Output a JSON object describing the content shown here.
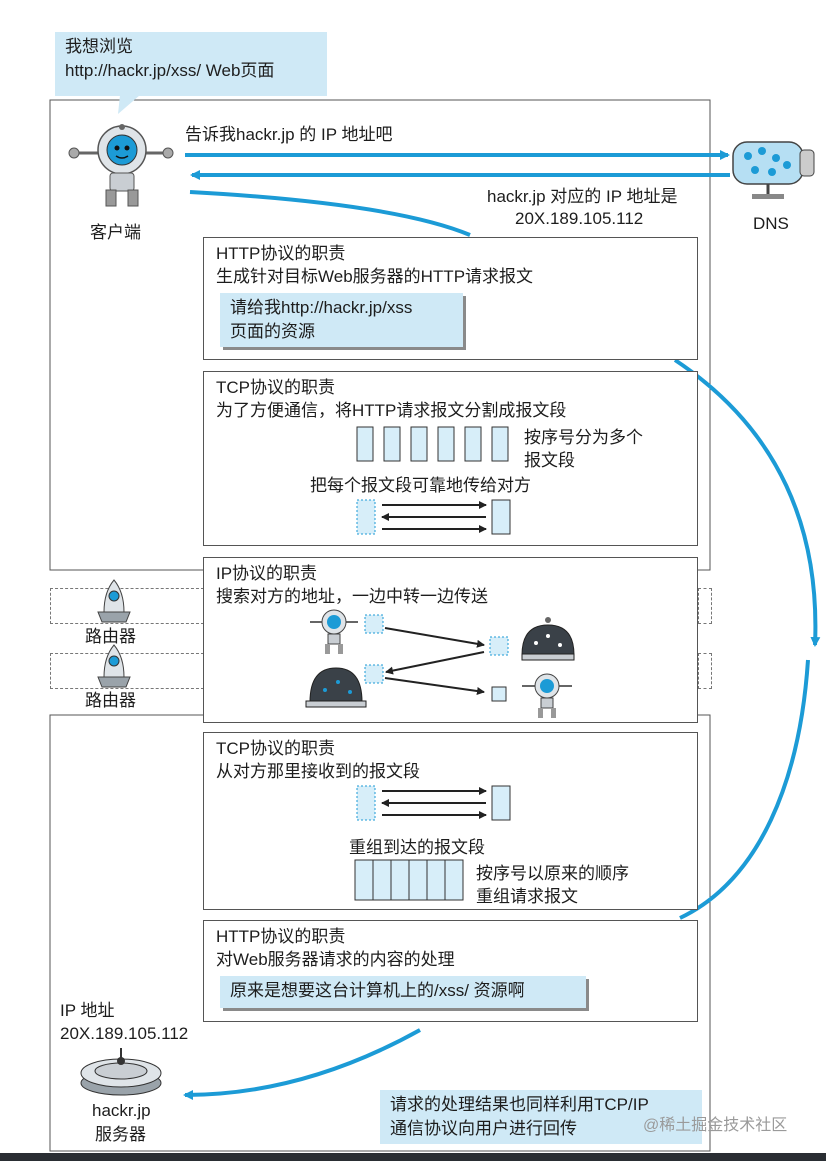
{
  "top_bubble": {
    "line1": "我想浏览",
    "line2": "http://hackr.jp/xss/ Web页面"
  },
  "client_label": "客户端",
  "dns_request": "告诉我hackr.jp 的 IP 地址吧",
  "dns_reply": {
    "line1": "hackr.jp 对应的 IP 地址是",
    "line2": "20X.189.105.112"
  },
  "dns_label": "DNS",
  "http_send": {
    "title": "HTTP协议的职责",
    "desc": "生成针对目标Web服务器的HTTP请求报文",
    "note_line1": "请给我http://hackr.jp/xss",
    "note_line2": "页面的资源"
  },
  "tcp_send": {
    "title": "TCP协议的职责",
    "desc": "为了方便通信，将HTTP请求报文分割成报文段",
    "split_line1": "按序号分为多个",
    "split_line2": "报文段",
    "reliable": "把每个报文段可靠地传给对方"
  },
  "ip": {
    "title": "IP协议的职责",
    "desc": "搜索对方的地址，一边中转一边传送"
  },
  "router_label": "路由器",
  "tcp_recv": {
    "title": "TCP协议的职责",
    "desc": "从对方那里接收到的报文段",
    "reassemble": "重组到达的报文段",
    "order_line1": "按序号以原来的顺序",
    "order_line2": "重组请求报文"
  },
  "http_recv": {
    "title": "HTTP协议的职责",
    "desc": "对Web服务器请求的内容的处理",
    "note": "原来是想要这台计算机上的/xss/ 资源啊"
  },
  "server_ip": {
    "line1": "IP 地址",
    "line2": "20X.189.105.112"
  },
  "server_label": {
    "line1": "hackr.jp",
    "line2": "服务器"
  },
  "result_note": {
    "line1": "请求的处理结果也同样利用TCP/IP",
    "line2": "通信协议向用户进行回传"
  },
  "watermark": "@稀土掘金技术社区",
  "colors": {
    "arrow": "#1c9bd6",
    "bubble": "#cfe9f6",
    "packet": "#d7eef9"
  }
}
